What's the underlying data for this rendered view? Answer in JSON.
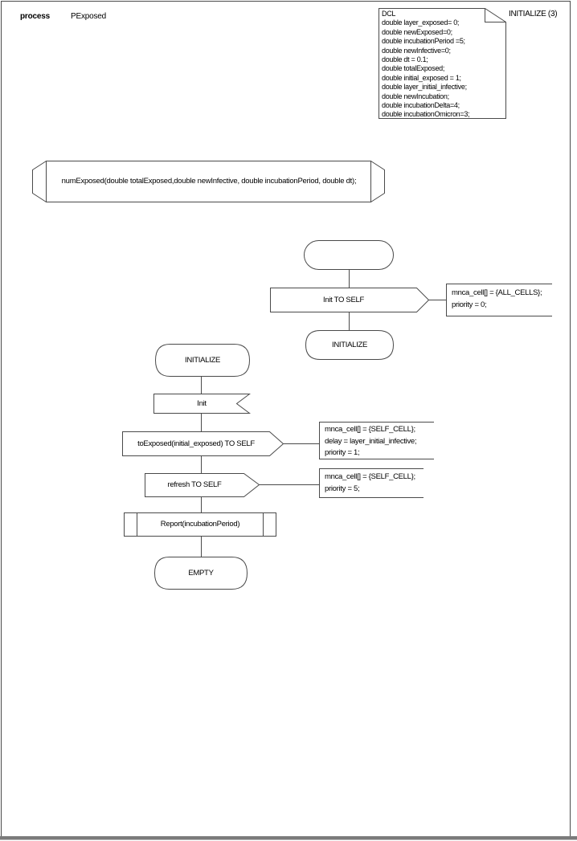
{
  "header": {
    "kind": "process",
    "name": "PExposed",
    "page_label": "INITIALIZE (3)"
  },
  "declarations": [
    "DCL",
    "double layer_exposed= 0;",
    "double newExposed=0;",
    "double incubationPeriod =5;",
    "double newInfective=0;",
    "double dt = 0.1;",
    "double totalExposed;",
    "double initial_exposed = 1;",
    "double layer_initial_infective;",
    "double newIncubation;",
    "double incubationDelta=4;",
    "double incubationOmicron=3;"
  ],
  "procedure_declaration": "numExposed(double totalExposed,double newInfective, double incubationPeriod, double dt);",
  "start_flow": {
    "output_label": "Init TO SELF",
    "output_comment": [
      "mnca_cell[] = {ALL_CELLS};",
      "priority = 0;"
    ],
    "next_state": "INITIALIZE"
  },
  "initialize_flow": {
    "state": "INITIALIZE",
    "input_label": "Init",
    "output1_label": "toExposed(initial_exposed) TO SELF",
    "output1_comment": [
      "mnca_cell[] = {SELF_CELL};",
      "delay = layer_initial_infective;",
      "priority = 1;"
    ],
    "output2_label": "refresh TO SELF",
    "output2_comment": [
      "mnca_cell[] = {SELF_CELL};",
      "priority = 5;"
    ],
    "procedure_call": "Report(incubationPeriod)",
    "next_state": "EMPTY"
  },
  "colors": {
    "stroke": "#4a4a4a",
    "shadow": "#7b7b7b",
    "background": "#ffffff"
  }
}
